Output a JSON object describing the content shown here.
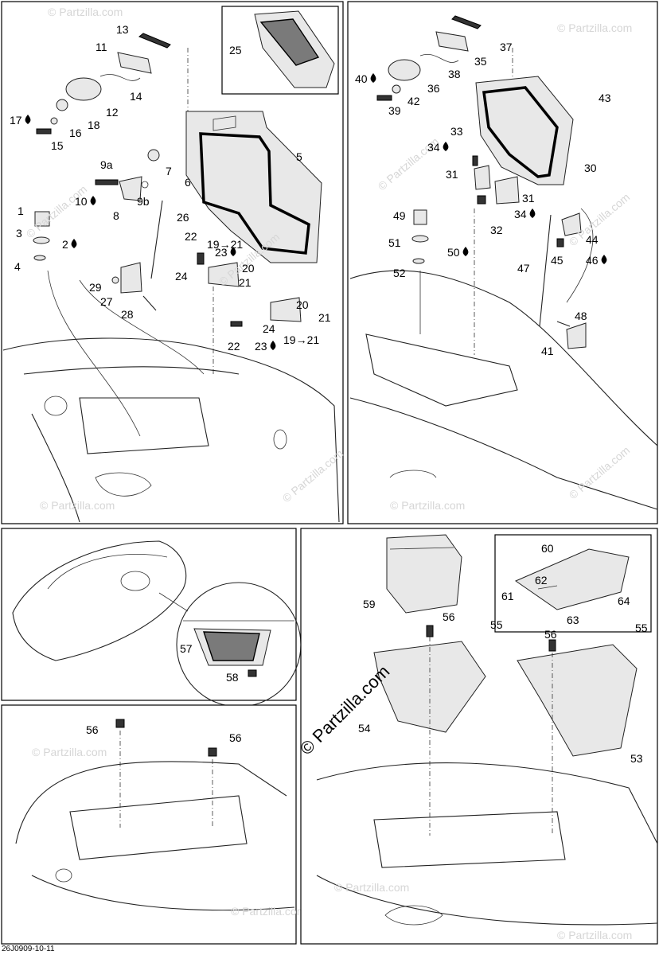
{
  "watermark": "© Partzilla.com",
  "center_watermark": "© Partzilla.com",
  "footer_code": "26J0909-10-11",
  "drop_icon": "drop-icon",
  "arrow_symbol": "→",
  "callouts": {
    "panel_a": [
      "13",
      "11",
      "14",
      "12",
      "17",
      "16",
      "18",
      "15",
      "25",
      "5",
      "7",
      "6",
      "9a",
      "10",
      "9b",
      "8",
      "26",
      "1",
      "3",
      "2",
      "4",
      "22",
      "19→21",
      "23",
      "20",
      "21",
      "24",
      "29",
      "27",
      "28",
      "20",
      "21",
      "24",
      "22",
      "23",
      "19→21"
    ],
    "panel_b": [
      "37",
      "35",
      "38",
      "40",
      "36",
      "42",
      "39",
      "43",
      "33",
      "34",
      "30",
      "31",
      "31",
      "34",
      "32",
      "49",
      "51",
      "50",
      "52",
      "44",
      "45",
      "46",
      "47",
      "48",
      "41"
    ],
    "panel_c": [
      "57",
      "58"
    ],
    "panel_d": [
      "56",
      "56"
    ],
    "panel_e": [
      "59",
      "56",
      "55",
      "60",
      "62",
      "61",
      "64",
      "63",
      "56",
      "55",
      "54",
      "53"
    ]
  }
}
